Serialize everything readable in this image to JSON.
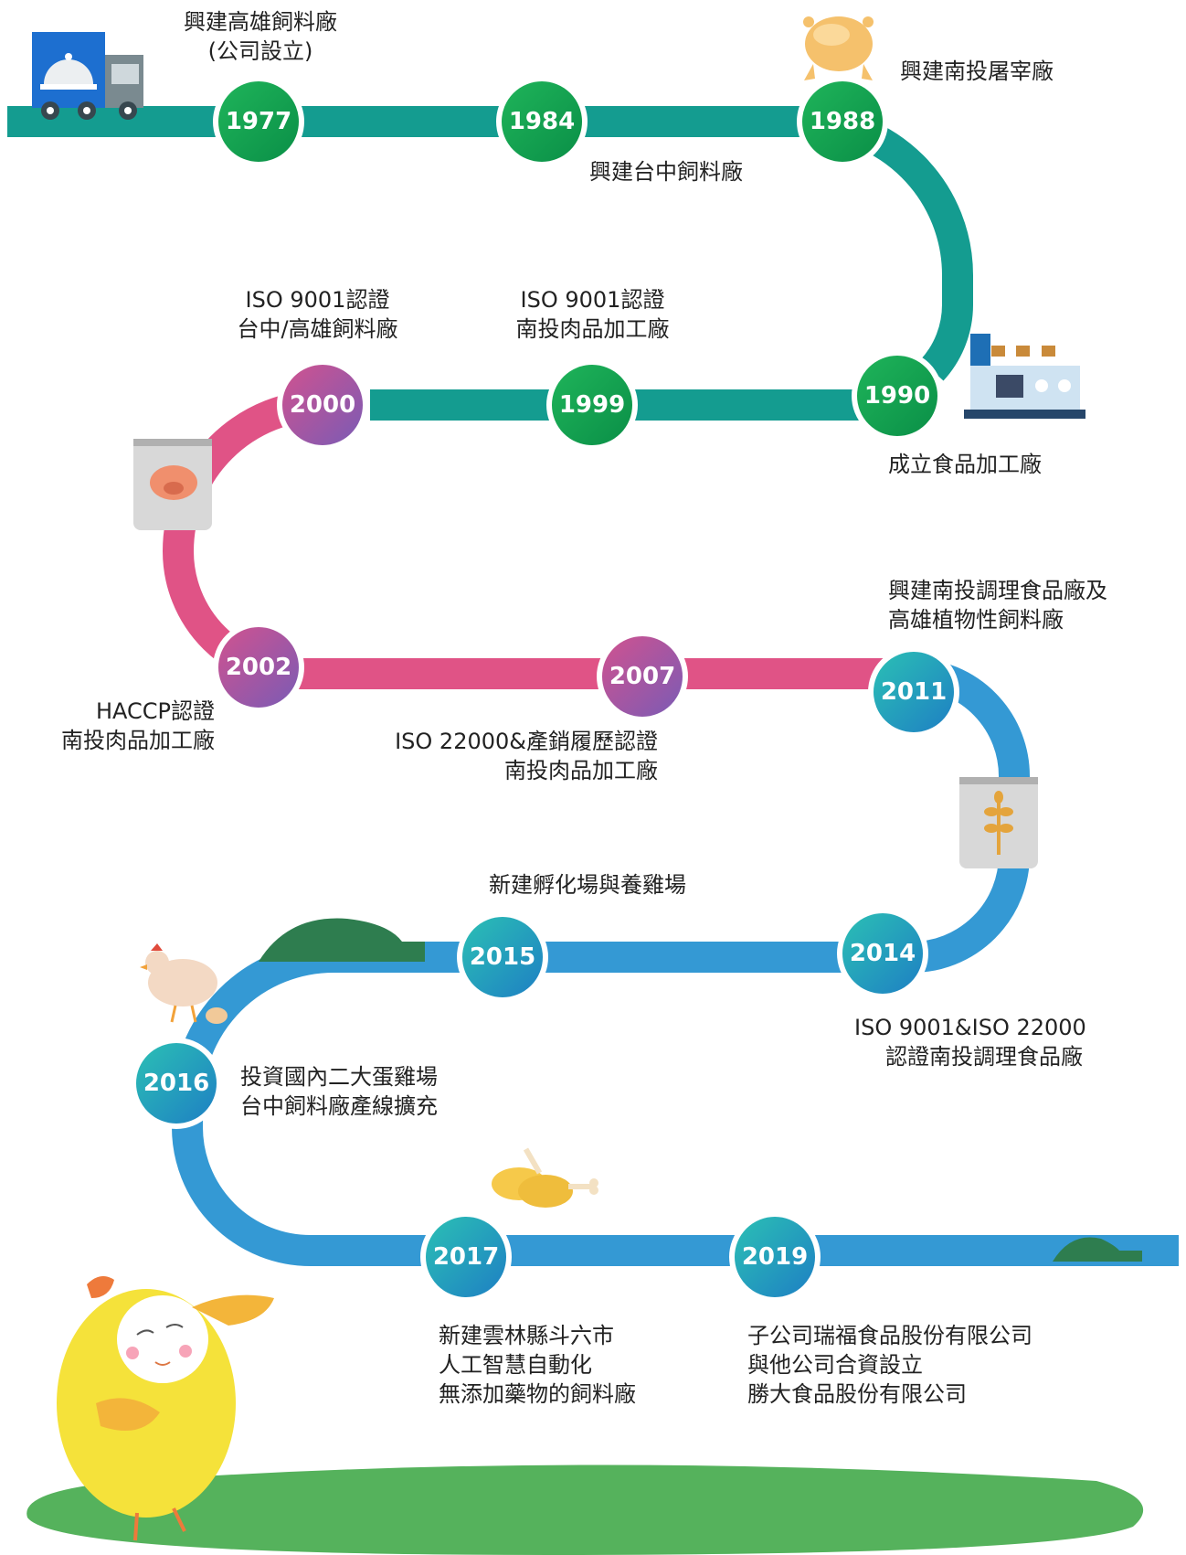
{
  "timeline": {
    "colors": {
      "teal_path": "#149c90",
      "pink_path": "#e05386",
      "blue_path": "#3499d4",
      "grass": "#4aac5a",
      "hills": "#2e7d4f"
    },
    "milestones": [
      {
        "year": "1977",
        "theme": "green",
        "lines": [
          "興建高雄飼料廠",
          "(公司設立)"
        ]
      },
      {
        "year": "1984",
        "theme": "green",
        "lines": [
          "興建台中飼料廠"
        ]
      },
      {
        "year": "1988",
        "theme": "green",
        "lines": [
          "興建南投屠宰廠"
        ]
      },
      {
        "year": "1990",
        "theme": "green",
        "lines": [
          "成立食品加工廠"
        ]
      },
      {
        "year": "1999",
        "theme": "green",
        "lines": [
          "ISO 9001認證",
          "南投肉品加工廠"
        ]
      },
      {
        "year": "2000",
        "theme": "purple",
        "lines": [
          "ISO 9001認證",
          "台中/高雄飼料廠"
        ]
      },
      {
        "year": "2002",
        "theme": "purple",
        "lines": [
          "HACCP認證",
          "南投肉品加工廠"
        ]
      },
      {
        "year": "2007",
        "theme": "purple",
        "lines": [
          "ISO 22000&產銷履歷認證",
          "南投肉品加工廠"
        ]
      },
      {
        "year": "2011",
        "theme": "blue",
        "lines": [
          "興建南投調理食品廠及",
          "高雄植物性飼料廠"
        ]
      },
      {
        "year": "2014",
        "theme": "blue",
        "lines": [
          "ISO 9001&ISO 22000",
          "認證南投調理食品廠"
        ]
      },
      {
        "year": "2015",
        "theme": "blue",
        "lines": [
          "新建孵化場與養雞場"
        ]
      },
      {
        "year": "2016",
        "theme": "blue",
        "lines": [
          "投資國內二大蛋雞場",
          "台中飼料廠產線擴充"
        ]
      },
      {
        "year": "2017",
        "theme": "blue",
        "lines": [
          "新建雲林縣斗六市",
          "人工智慧自動化",
          "無添加藥物的飼料廠"
        ]
      },
      {
        "year": "2019",
        "theme": "blue",
        "lines": [
          "子公司瑞福食品股份有限公司",
          "與他公司合資設立",
          "勝大食品股份有限公司"
        ]
      }
    ],
    "icons": [
      "delivery-truck-icon",
      "roast-chicken-icon",
      "food-factory-icon",
      "pork-feed-bag-icon",
      "grain-feed-bag-icon",
      "hen-with-eggs-icon",
      "chicken-drumstick-icon",
      "lemon-chick-mascot-icon"
    ]
  }
}
